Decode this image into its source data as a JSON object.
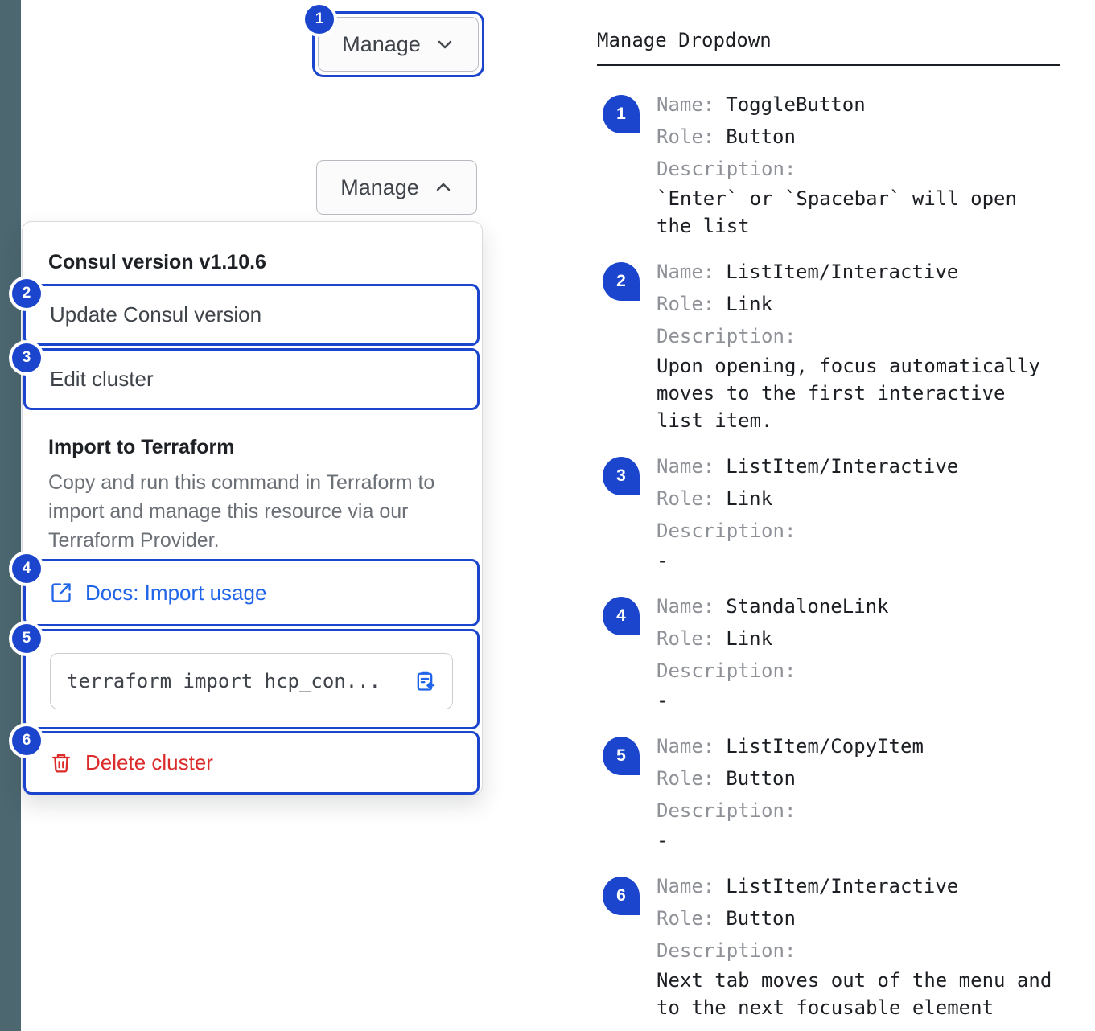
{
  "colors": {
    "accent_blue": "#1b45cd",
    "link_blue": "#2065e8",
    "danger_red": "#dc2b2b",
    "rail": "#4c6770"
  },
  "demo": {
    "toggle_collapsed": {
      "badge": "1",
      "label": "Manage"
    },
    "toggle_expanded": {
      "label": "Manage"
    },
    "menu": {
      "version_label": "Consul version v1.10.6",
      "update": {
        "badge": "2",
        "label": "Update Consul version"
      },
      "edit": {
        "badge": "3",
        "label": "Edit cluster"
      },
      "import_title": "Import to Terraform",
      "import_description": "Copy and run this command in Terraform to import and manage this resource via our Terraform Provider.",
      "docs": {
        "badge": "4",
        "label": "Docs: Import usage"
      },
      "copy": {
        "badge": "5",
        "code": "terraform import hcp_con..."
      },
      "delete": {
        "badge": "6",
        "label": "Delete cluster"
      }
    }
  },
  "legend": {
    "title": "Manage Dropdown",
    "labels": {
      "name": "Name:",
      "role": "Role:",
      "description": "Description:"
    },
    "items": [
      {
        "badge": "1",
        "name": "ToggleButton",
        "role": "Button",
        "description": "`Enter` or `Spacebar` will open the list"
      },
      {
        "badge": "2",
        "name": "ListItem/Interactive",
        "role": "Link",
        "description": "Upon opening, focus automatically moves to the first interactive list item."
      },
      {
        "badge": "3",
        "name": "ListItem/Interactive",
        "role": "Link",
        "description": "-"
      },
      {
        "badge": "4",
        "name": "StandaloneLink",
        "role": "Link",
        "description": "-"
      },
      {
        "badge": "5",
        "name": "ListItem/CopyItem",
        "role": "Button",
        "description": "-"
      },
      {
        "badge": "6",
        "name": "ListItem/Interactive",
        "role": "Button",
        "description": "Next tab moves out of the menu and to the next focusable element"
      }
    ]
  }
}
